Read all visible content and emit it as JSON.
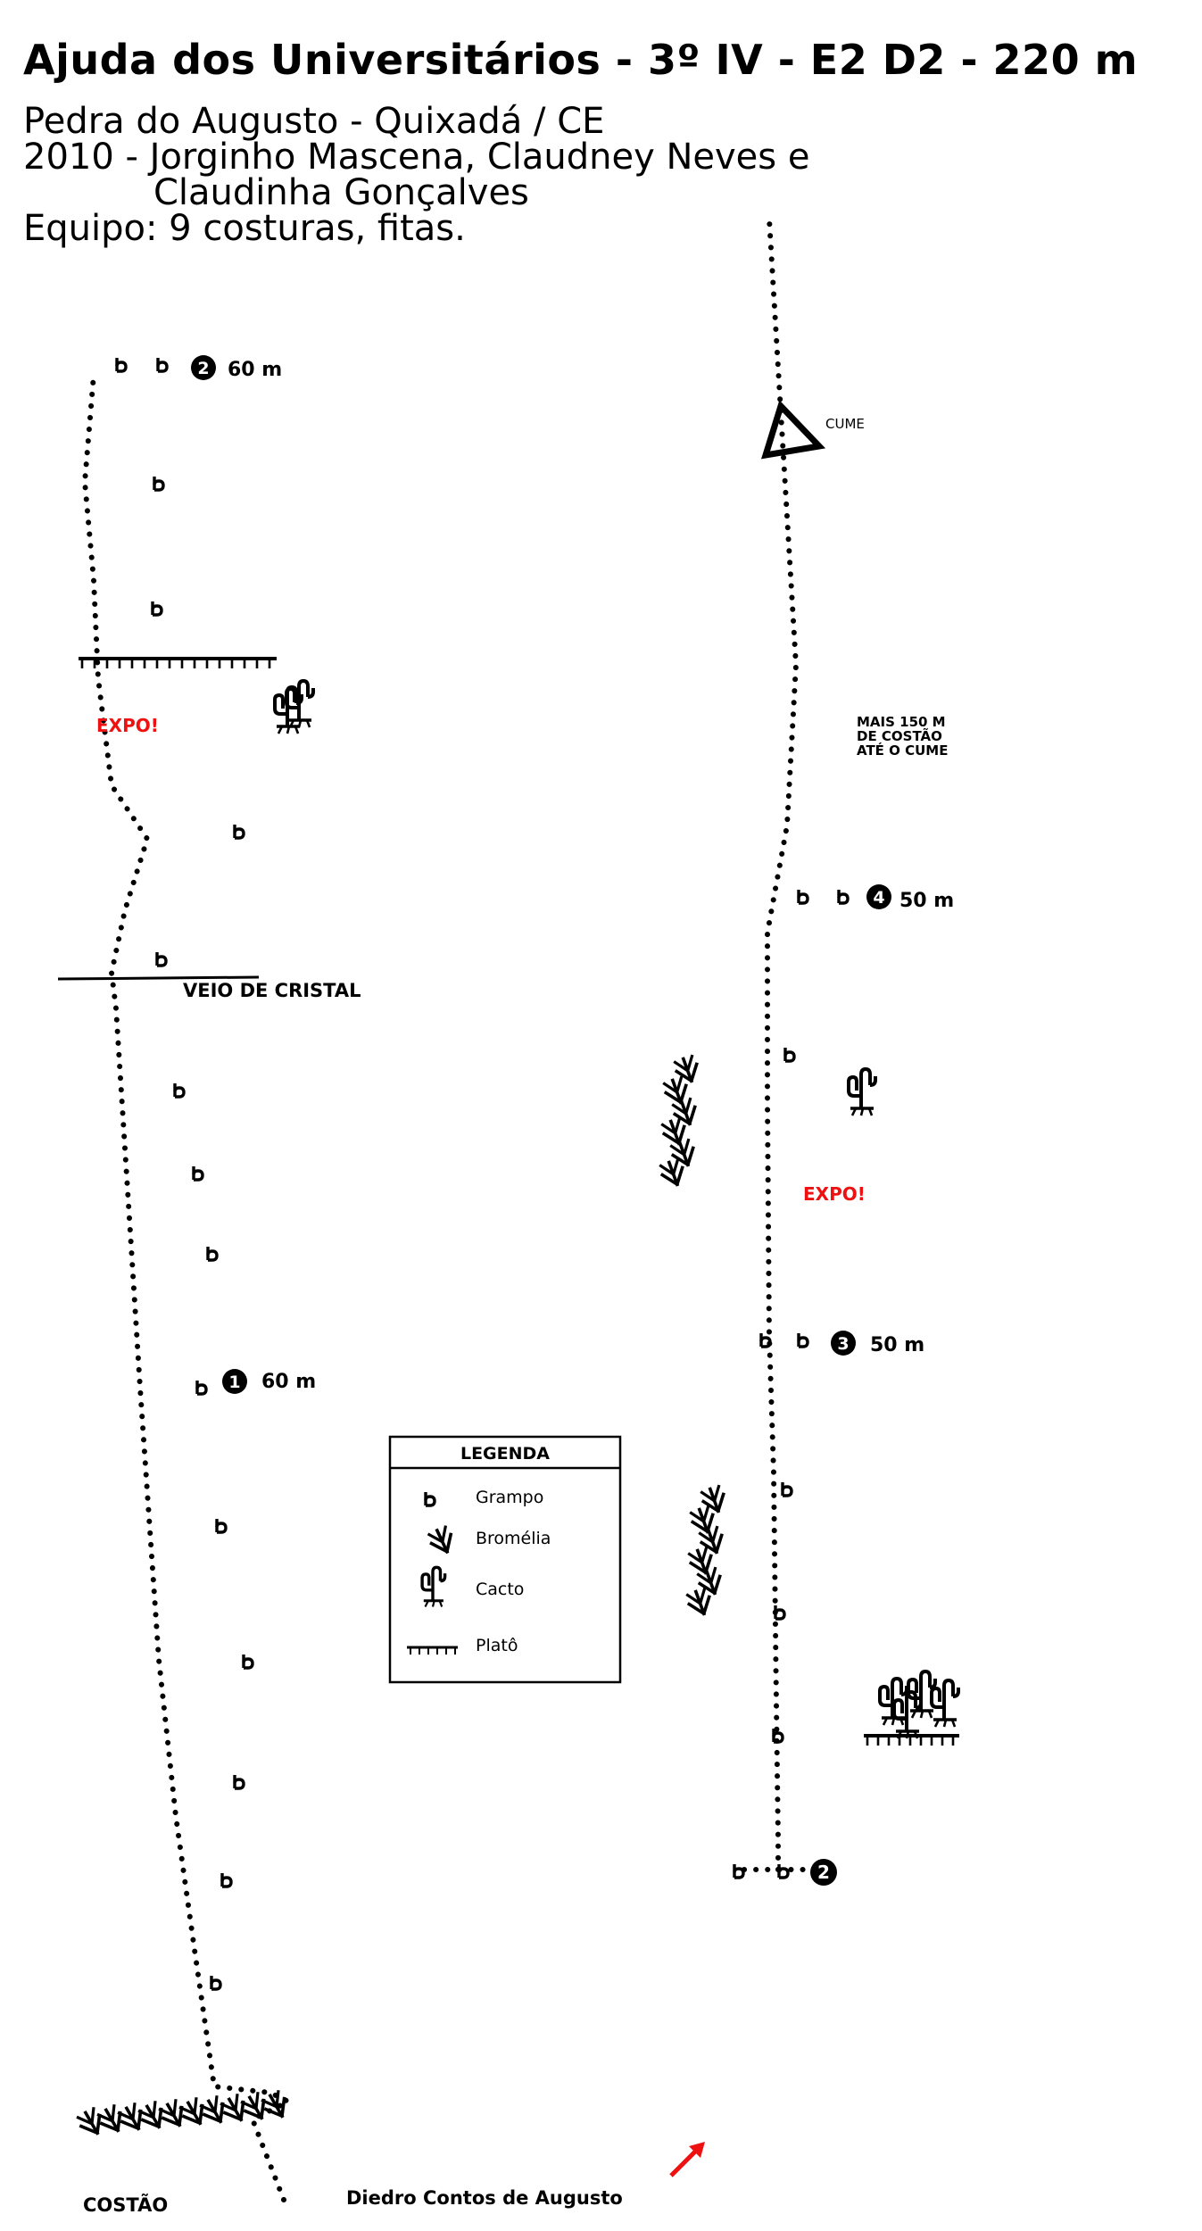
{
  "header": {
    "title": "Ajuda dos Universitários - 3º IV - E2 D2 - 220 m",
    "location": "Pedra do Augusto - Quixadá / CE",
    "credits_line1": "2010 - Jorginho Mascena, Claudney Neves e",
    "credits_line2": "Claudinha Gonçalves",
    "gear": "Equipo: 9 costuras, fitas."
  },
  "pitches": {
    "p1_number": "1",
    "p1_length": "60 m",
    "p2_number": "2",
    "p2_length": "60 m",
    "p3_number": "3",
    "p3_length": "50 m",
    "p4_number": "4",
    "p4_length": "50 m",
    "traverse_number": "2"
  },
  "labels": {
    "summit": "CUME",
    "expo_left": "EXPO!",
    "expo_right": "EXPO!",
    "crystal_vein": "VEIO DE CRISTAL",
    "note_line1": "MAIS 150 M",
    "note_line2": "DE COSTÃO",
    "note_line3": "ATÉ O CUME",
    "slab": "COSTÃO",
    "neighbor_route": "Diedro Contos de Augusto"
  },
  "legend": {
    "title": "LEGENDA",
    "items": [
      {
        "symbol": "bolt-icon",
        "label": "Grampo"
      },
      {
        "symbol": "bromeliad-icon",
        "label": "Bromélia"
      },
      {
        "symbol": "cactus-icon",
        "label": "Cacto"
      },
      {
        "symbol": "ledge-icon",
        "label": "Platô"
      }
    ]
  },
  "colors": {
    "ink": "#000000",
    "warning": "#ee1111",
    "background": "#ffffff"
  }
}
